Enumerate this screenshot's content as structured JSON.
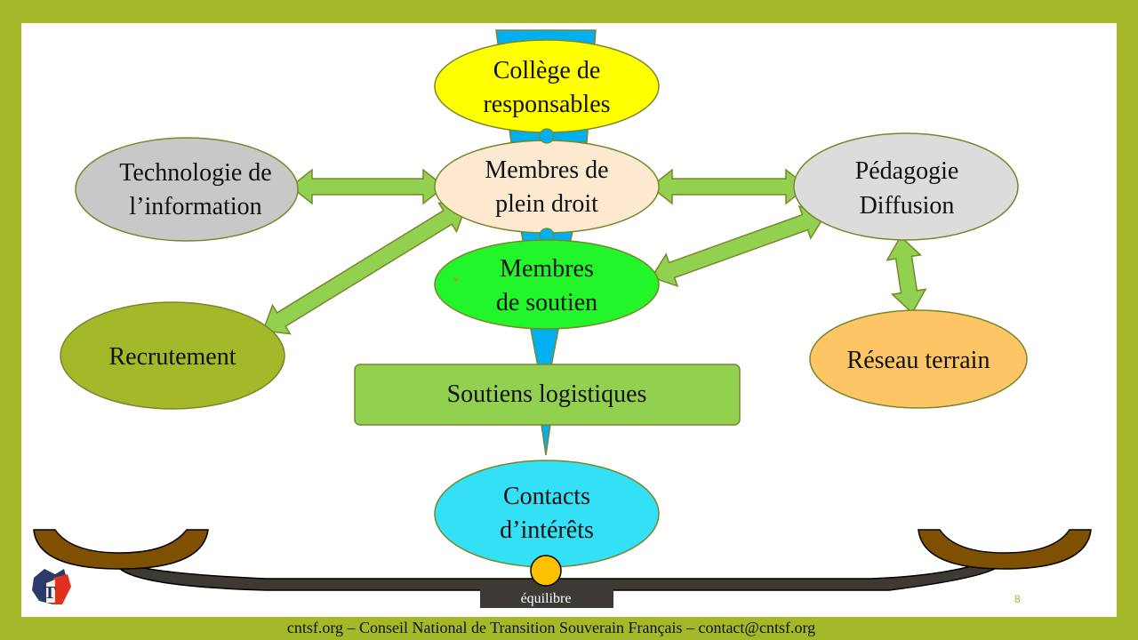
{
  "nodes": {
    "college": {
      "line1": "Collège de",
      "line2": "responsables"
    },
    "plein_droit": {
      "line1": "Membres de",
      "line2": "plein droit"
    },
    "soutien": {
      "line1": "Membres",
      "line2": "de soutien"
    },
    "logistique": {
      "label": "Soutiens logistiques"
    },
    "contacts": {
      "line1": "Contacts",
      "line2": "d’intérêts"
    },
    "technologie": {
      "line1": "Technologie de",
      "line2": "l’information"
    },
    "recrutement": {
      "label": "Recrutement"
    },
    "pedagogie": {
      "line1": "Pédagogie",
      "line2": "Diffusion"
    },
    "reseau": {
      "label": "Réseau terrain"
    }
  },
  "balance": {
    "label": "équilibre"
  },
  "page_number": "8",
  "footer": "cntsf.org – Conseil National de Transition Souverain Français – contact@cntsf.org",
  "colors": {
    "frame": "#a5b82a",
    "arrow": "#92d050",
    "outline": "#76882a",
    "college": "#ffff00",
    "plein_droit": "#fde9d0",
    "soutien": "#22f52a",
    "logistique": "#92d050",
    "contacts": "#33e0f5",
    "technologie": "#c8c8c8",
    "recrutement": "#a5b82a",
    "pedagogie": "#dcdcdc",
    "reseau": "#fec565",
    "spine": "#00b0f0"
  }
}
